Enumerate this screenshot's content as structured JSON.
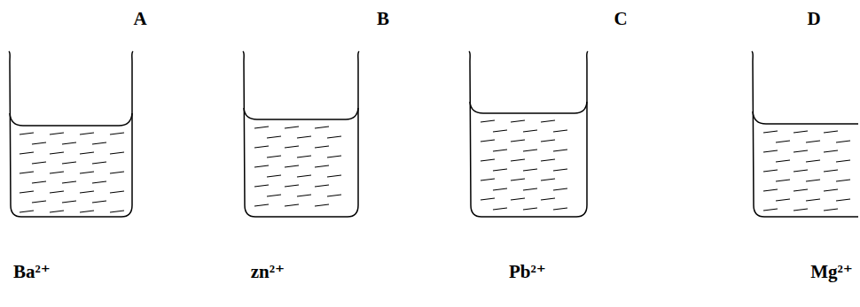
{
  "diagram": {
    "labels": [
      "A",
      "B",
      "C",
      "D",
      "Ba²⁺",
      "zn²⁺",
      "Pb²⁺",
      "Mg²⁺"
    ]
  }
}
